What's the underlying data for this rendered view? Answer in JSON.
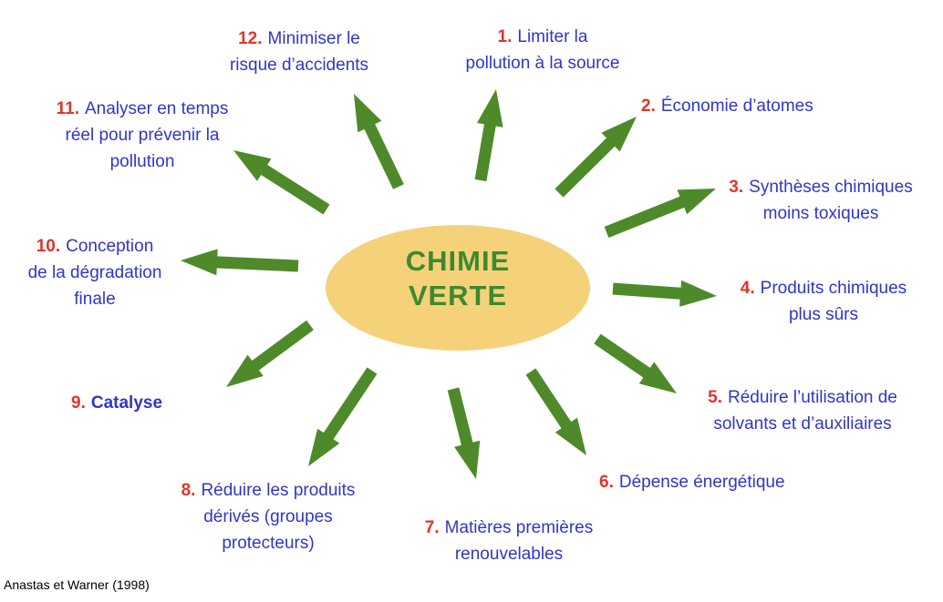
{
  "center": {
    "line1": "CHIMIE",
    "line2": "VERTE"
  },
  "principles": [
    {
      "num": "1.",
      "lines": [
        "Limiter la",
        "pollution à la source"
      ]
    },
    {
      "num": "2.",
      "lines": [
        "Économie d’atomes"
      ]
    },
    {
      "num": "3.",
      "lines": [
        "Synthèses chimiques",
        "moins toxiques"
      ]
    },
    {
      "num": "4.",
      "lines": [
        "Produits chimiques",
        "plus sûrs"
      ]
    },
    {
      "num": "5.",
      "lines": [
        "Réduire l’utilisation de",
        "solvants et d’auxiliaires"
      ]
    },
    {
      "num": "6.",
      "lines": [
        "Dépense énergétique"
      ]
    },
    {
      "num": "7.",
      "lines": [
        "Matières premières",
        "renouvelables"
      ]
    },
    {
      "num": "8.",
      "lines": [
        "Réduire les produits",
        "dérivés (groupes",
        "protecteurs)"
      ]
    },
    {
      "num": "9.",
      "lines": [
        "Catalyse"
      ]
    },
    {
      "num": "10.",
      "lines": [
        "Conception",
        "de la dégradation",
        "finale"
      ]
    },
    {
      "num": "11.",
      "lines": [
        "Analyser en temps",
        "réel pour prévenir la",
        "pollution"
      ]
    },
    {
      "num": "12.",
      "lines": [
        "Minimiser le",
        "risque d’accidents"
      ]
    }
  ],
  "citation": "Anastas et Warner (1998)",
  "colors": {
    "arrow": "#4E8A2A",
    "ellipse": "#F5D279",
    "center_text": "#3D8A2E",
    "number": "#E2342A",
    "text": "#2F36C9"
  }
}
